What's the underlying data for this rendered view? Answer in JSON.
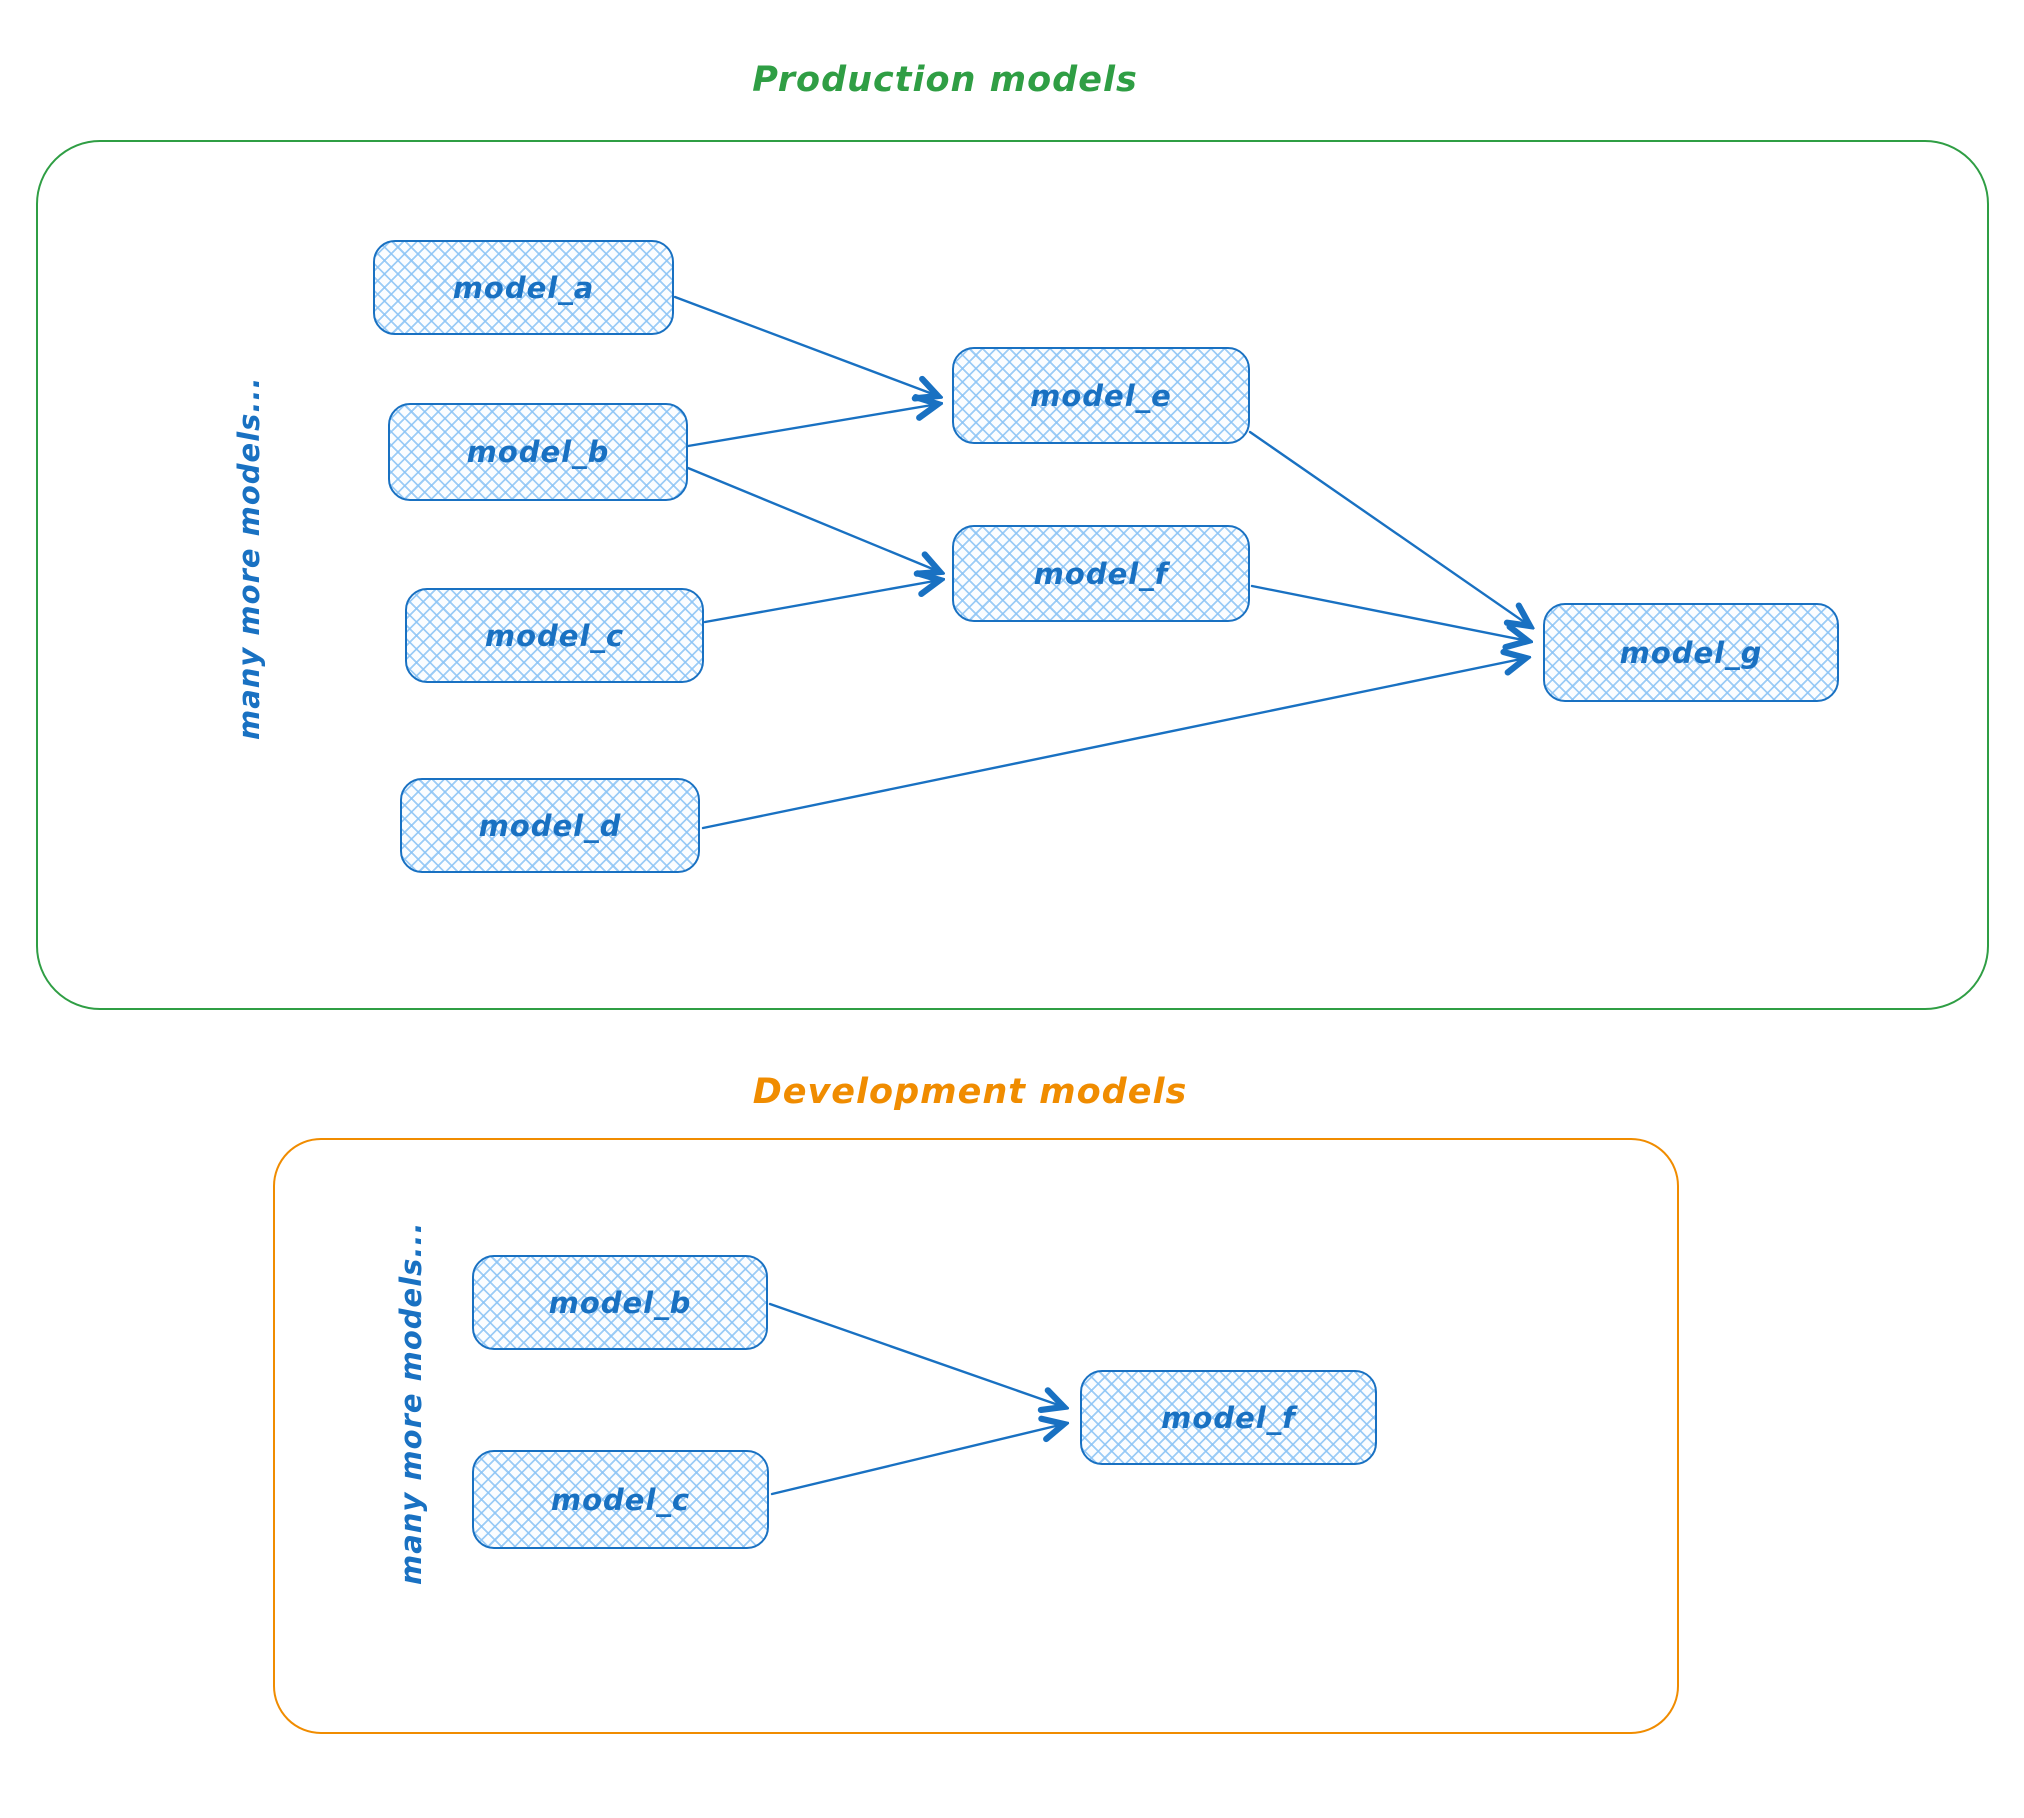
{
  "diagram": {
    "style": {
      "node_stroke_color": "#1971c2",
      "node_fill_color": "#a5d8ff",
      "node_fill_style": "cross-hatch",
      "production_accent_color": "#2f9e44",
      "development_accent_color": "#f08c00"
    },
    "production": {
      "title": "Production models",
      "side_label": "many more models...",
      "nodes": [
        {
          "id": "model_a",
          "label": "model_a"
        },
        {
          "id": "model_b",
          "label": "model_b"
        },
        {
          "id": "model_c",
          "label": "model_c"
        },
        {
          "id": "model_d",
          "label": "model_d"
        },
        {
          "id": "model_e",
          "label": "model_e"
        },
        {
          "id": "model_f",
          "label": "model_f"
        },
        {
          "id": "model_g",
          "label": "model_g"
        }
      ],
      "edges": [
        {
          "from": "model_a",
          "to": "model_e"
        },
        {
          "from": "model_b",
          "to": "model_e"
        },
        {
          "from": "model_b",
          "to": "model_f"
        },
        {
          "from": "model_c",
          "to": "model_f"
        },
        {
          "from": "model_e",
          "to": "model_g"
        },
        {
          "from": "model_f",
          "to": "model_g"
        },
        {
          "from": "model_d",
          "to": "model_g"
        }
      ]
    },
    "development": {
      "title": "Development models",
      "side_label": "many more models...",
      "nodes": [
        {
          "id": "model_b",
          "label": "model_b"
        },
        {
          "id": "model_c",
          "label": "model_c"
        },
        {
          "id": "model_f",
          "label": "model_f"
        }
      ],
      "edges": [
        {
          "from": "model_b",
          "to": "model_f"
        },
        {
          "from": "model_c",
          "to": "model_f"
        }
      ]
    }
  }
}
